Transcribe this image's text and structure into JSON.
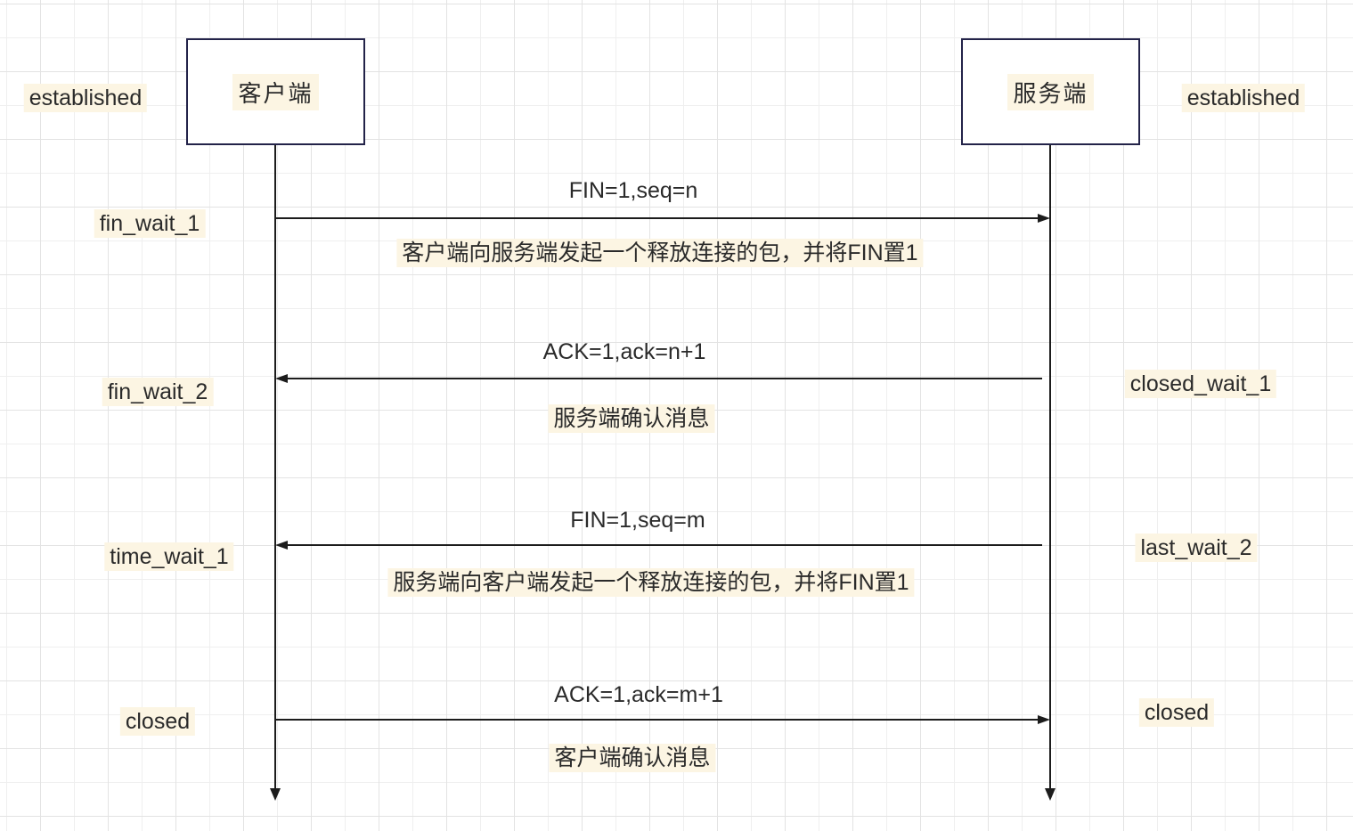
{
  "diagram_type": "sequence-diagram",
  "actors": [
    {
      "id": "client",
      "label": "客户端"
    },
    {
      "id": "server",
      "label": "服务端"
    }
  ],
  "messages": [
    {
      "label": "FIN=1,seq=n",
      "description": "客户端向服务端发起一个释放连接的包，并将FIN置1",
      "from": "client",
      "to": "server",
      "direction": "right"
    },
    {
      "label": "ACK=1,ack=n+1",
      "description": "服务端确认消息",
      "from": "server",
      "to": "client",
      "direction": "left"
    },
    {
      "label": "FIN=1,seq=m",
      "description": "服务端向客户端发起一个释放连接的包，并将FIN置1",
      "from": "server",
      "to": "client",
      "direction": "left"
    },
    {
      "label": "ACK=1,ack=m+1",
      "description": "客户端确认消息",
      "from": "client",
      "to": "server",
      "direction": "right"
    }
  ],
  "states": {
    "left": [
      {
        "label": "established"
      },
      {
        "label": "fin_wait_1"
      },
      {
        "label": "fin_wait_2"
      },
      {
        "label": "time_wait_1"
      },
      {
        "label": "closed"
      }
    ],
    "right": [
      {
        "label": "established"
      },
      {
        "label": "closed_wait_1"
      },
      {
        "label": "last_wait_2"
      },
      {
        "label": "closed"
      }
    ]
  },
  "colors": {
    "highlight": "#fcf5e3",
    "box_border": "#232349",
    "line": "#1c1c1c",
    "text": "#2a2a2a",
    "grid_minor": "#efefef",
    "grid_major": "#e3e3e3"
  }
}
